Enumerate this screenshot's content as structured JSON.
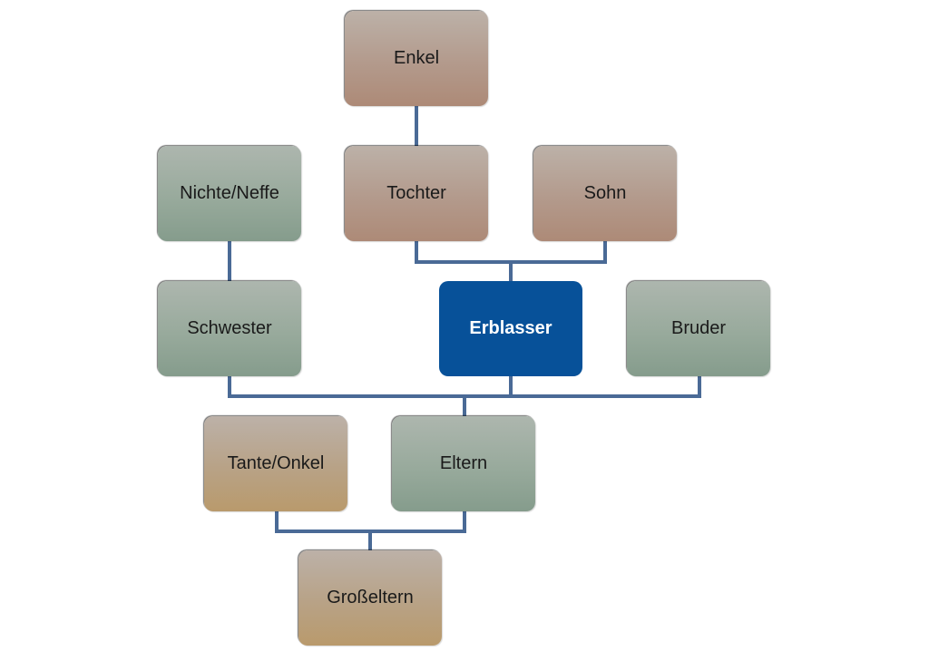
{
  "diagram": {
    "type": "family-tree",
    "colors": {
      "connector": "#4a6a96",
      "focus": "#075199",
      "descendants": "#b39a8c",
      "siblings_parents": "#98aa9c",
      "ancestors_collateral": "#b8a286"
    },
    "nodes": {
      "enkel": "Enkel",
      "nichte_neffe": "Nichte/Neffe",
      "tochter": "Tochter",
      "sohn": "Sohn",
      "schwester": "Schwester",
      "erblasser": "Erblasser",
      "bruder": "Bruder",
      "tante_onkel": "Tante/Onkel",
      "eltern": "Eltern",
      "grosseltern": "Großeltern"
    },
    "edges": [
      [
        "tochter",
        "enkel"
      ],
      [
        "schwester",
        "nichte_neffe"
      ],
      [
        "erblasser",
        "tochter"
      ],
      [
        "erblasser",
        "sohn"
      ],
      [
        "eltern",
        "schwester"
      ],
      [
        "eltern",
        "erblasser"
      ],
      [
        "eltern",
        "bruder"
      ],
      [
        "grosseltern",
        "tante_onkel"
      ],
      [
        "grosseltern",
        "eltern"
      ]
    ]
  }
}
